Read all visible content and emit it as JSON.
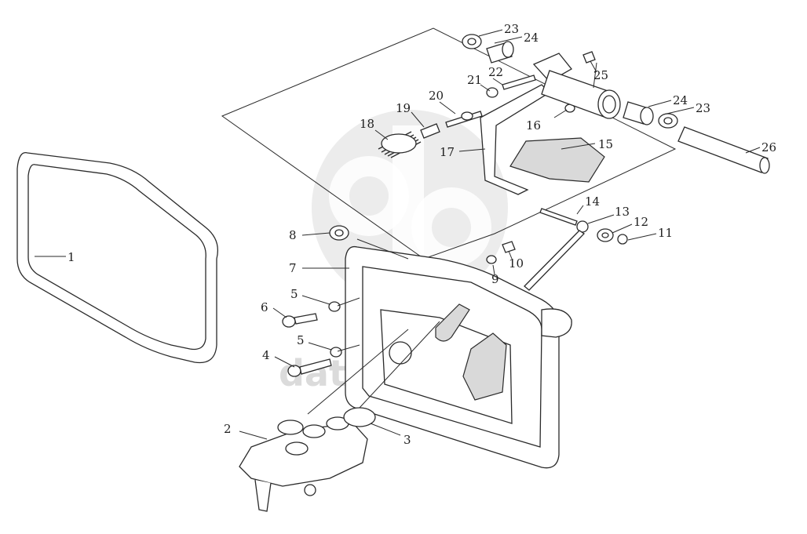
{
  "watermark": {
    "text": "data-parts",
    "logo": "dp-logo"
  },
  "callouts": [
    {
      "id": "1",
      "label": "1"
    },
    {
      "id": "2",
      "label": "2"
    },
    {
      "id": "3",
      "label": "3"
    },
    {
      "id": "4",
      "label": "4"
    },
    {
      "id": "5a",
      "label": "5"
    },
    {
      "id": "5b",
      "label": "5"
    },
    {
      "id": "6",
      "label": "6"
    },
    {
      "id": "7",
      "label": "7"
    },
    {
      "id": "8",
      "label": "8"
    },
    {
      "id": "9",
      "label": "9"
    },
    {
      "id": "10",
      "label": "10"
    },
    {
      "id": "11",
      "label": "11"
    },
    {
      "id": "12",
      "label": "12"
    },
    {
      "id": "13",
      "label": "13"
    },
    {
      "id": "14",
      "label": "14"
    },
    {
      "id": "15",
      "label": "15"
    },
    {
      "id": "16",
      "label": "16"
    },
    {
      "id": "17",
      "label": "17"
    },
    {
      "id": "18",
      "label": "18"
    },
    {
      "id": "19",
      "label": "19"
    },
    {
      "id": "20",
      "label": "20"
    },
    {
      "id": "21",
      "label": "21"
    },
    {
      "id": "22",
      "label": "22"
    },
    {
      "id": "23a",
      "label": "23"
    },
    {
      "id": "23b",
      "label": "23"
    },
    {
      "id": "24a",
      "label": "24"
    },
    {
      "id": "24b",
      "label": "24"
    },
    {
      "id": "25",
      "label": "25"
    },
    {
      "id": "26",
      "label": "26"
    }
  ]
}
